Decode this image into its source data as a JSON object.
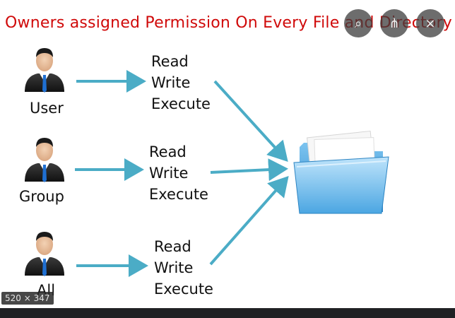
{
  "image": {
    "title": "Owners assigned Permission  On Every File and Directory",
    "size_badge": "520 × 347",
    "rows": [
      {
        "role": "User",
        "permissions": [
          "Read",
          "Write",
          "Execute"
        ]
      },
      {
        "role": "Group",
        "permissions": [
          "Read",
          "Write",
          "Execute"
        ]
      },
      {
        "role": "All",
        "permissions": [
          "Read",
          "Write",
          "Execute"
        ]
      }
    ],
    "colors": {
      "title": "#d00a0a",
      "arrow": "#4bacc6",
      "folder": "#3a9ad9"
    }
  },
  "viewer": {
    "buttons": [
      {
        "name": "visual-search-icon",
        "glyph": "⌕"
      },
      {
        "name": "share-icon",
        "glyph": "⋔"
      },
      {
        "name": "close-icon",
        "glyph": "×"
      }
    ]
  }
}
